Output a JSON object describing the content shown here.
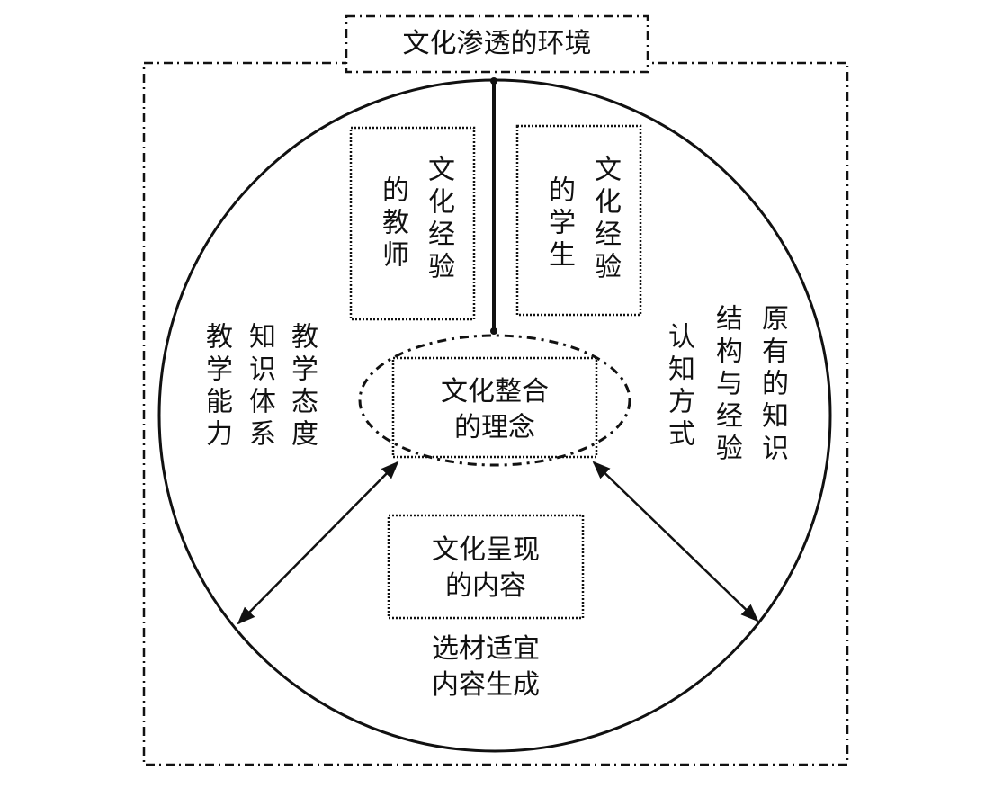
{
  "title": "文化渗透的环境",
  "center": {
    "line1": "文化整合",
    "line2": "的理念"
  },
  "teacher_box": {
    "col1": "文化经验",
    "col2": "的教师"
  },
  "student_box": {
    "col1": "文化经验",
    "col2": "的学生"
  },
  "content_box": {
    "line1": "文化呈现",
    "line2": "的内容"
  },
  "teacher_attributes": [
    "教学态度",
    "知识体系",
    "教学能力"
  ],
  "student_attributes": [
    "原有的知识",
    "结构与经验",
    "认知方式"
  ],
  "content_attributes": {
    "line1": "选材适宜",
    "line2": "内容生成"
  }
}
